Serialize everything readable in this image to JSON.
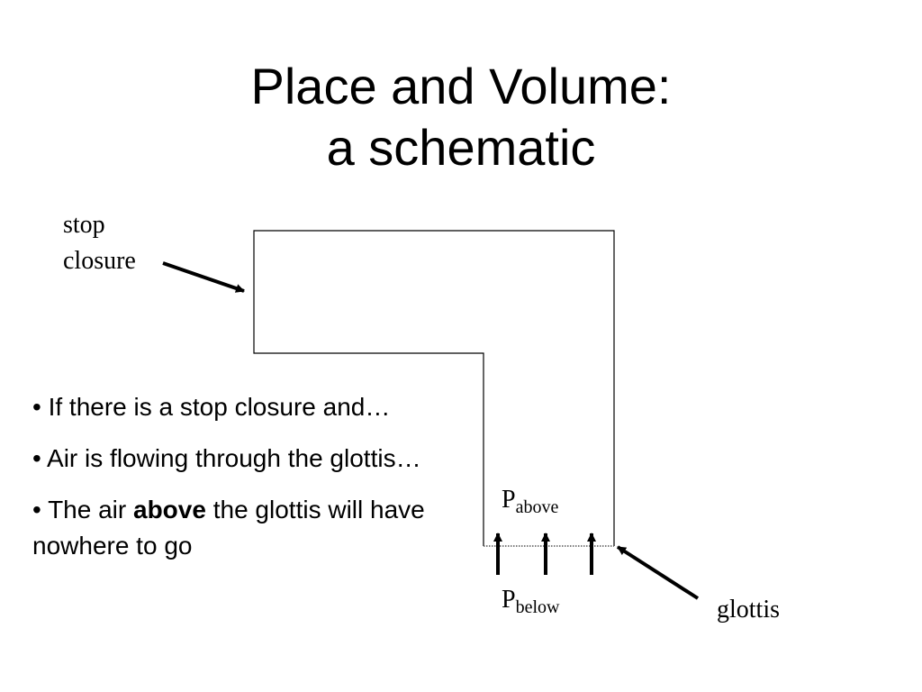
{
  "title": {
    "line1": "Place and Volume:",
    "line2": "a schematic"
  },
  "labels": {
    "stop_closure_line1": "stop",
    "stop_closure_line2": "closure",
    "glottis": "glottis",
    "p_above_main": "P",
    "p_above_sub": "above",
    "p_below_main": "P",
    "p_below_sub": "below"
  },
  "bullets": [
    {
      "prefix": "• If there is a stop closure and…",
      "bold": "",
      "suffix": ""
    },
    {
      "prefix": "• Air is flowing through the glottis…",
      "bold": "",
      "suffix": ""
    },
    {
      "prefix": "• The air ",
      "bold": "above",
      "suffix": " the glottis will have nowhere to go"
    }
  ]
}
